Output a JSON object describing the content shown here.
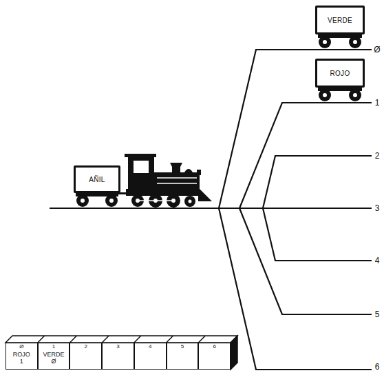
{
  "diagram": {
    "nodes": [
      {
        "text": [
          "VERDE"
        ]
      },
      {
        "text": [
          "ROJO"
        ]
      },
      {
        "text": [
          "AÑIL"
        ]
      },
      {
        "text": [
          "Ø",
          "ROJO",
          "1"
        ]
      },
      {
        "text": [
          "1",
          "VERDE",
          "Ø"
        ]
      },
      {
        "text": [
          "2"
        ]
      },
      {
        "text": [
          "3"
        ]
      },
      {
        "text": [
          "4"
        ]
      },
      {
        "text": [
          "5"
        ]
      },
      {
        "text": [
          "6"
        ]
      }
    ],
    "labels": [
      "Ø",
      "1",
      "2",
      "3",
      "4",
      "5",
      "6"
    ]
  }
}
